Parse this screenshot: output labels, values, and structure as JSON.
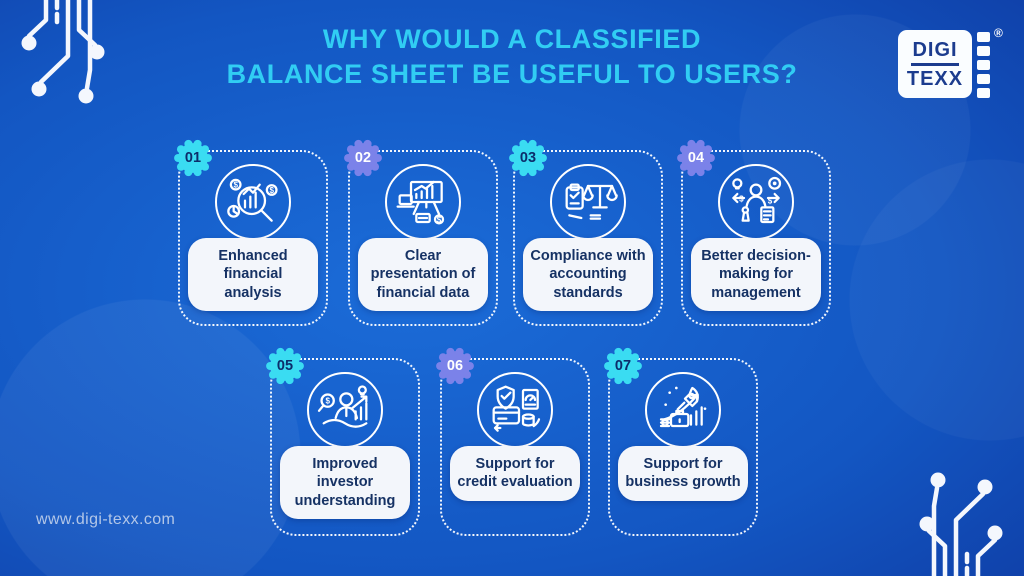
{
  "title": {
    "line1": "WHY WOULD A CLASSIFIED",
    "line2": "BALANCE SHEET BE USEFUL TO USERS?"
  },
  "logo": {
    "word1": "DIGI",
    "word2": "TEXX",
    "registered": "®"
  },
  "cards": [
    {
      "number": "01",
      "badge_color": "cyan",
      "label": "Enhanced financial analysis",
      "icon": "magnifier-bar-chart"
    },
    {
      "number": "02",
      "badge_color": "purple",
      "label": "Clear presentation of financial data",
      "icon": "presentation-chart"
    },
    {
      "number": "03",
      "badge_color": "cyan",
      "label": "Compliance with accounting standards",
      "icon": "scales-clipboard"
    },
    {
      "number": "04",
      "badge_color": "purple",
      "label": "Better decision-making for management",
      "icon": "decision-person-arrows"
    },
    {
      "number": "05",
      "badge_color": "cyan",
      "label": "Improved investor understanding",
      "icon": "investor-growth"
    },
    {
      "number": "06",
      "badge_color": "purple",
      "label": "Support for credit evaluation",
      "icon": "shield-credit-card"
    },
    {
      "number": "07",
      "badge_color": "cyan",
      "label": "Support for business growth",
      "icon": "rocket-briefcase"
    }
  ],
  "footer": {
    "url": "www.digi-texx.com"
  },
  "colors": {
    "title_cyan": "#31cdf3",
    "badge_cyan": "#3adcf2",
    "badge_purple": "#7b82e9",
    "badge_cyan_text": "#0c2d6b",
    "badge_purple_text": "#ffffff",
    "card_border": "#ffffff",
    "label_box_bg": "#f3f6fb",
    "label_text": "#163264",
    "background_center": "#1b6cd8",
    "background_corner": "#0a1b5e",
    "logo_text": "#1c3c8e"
  }
}
